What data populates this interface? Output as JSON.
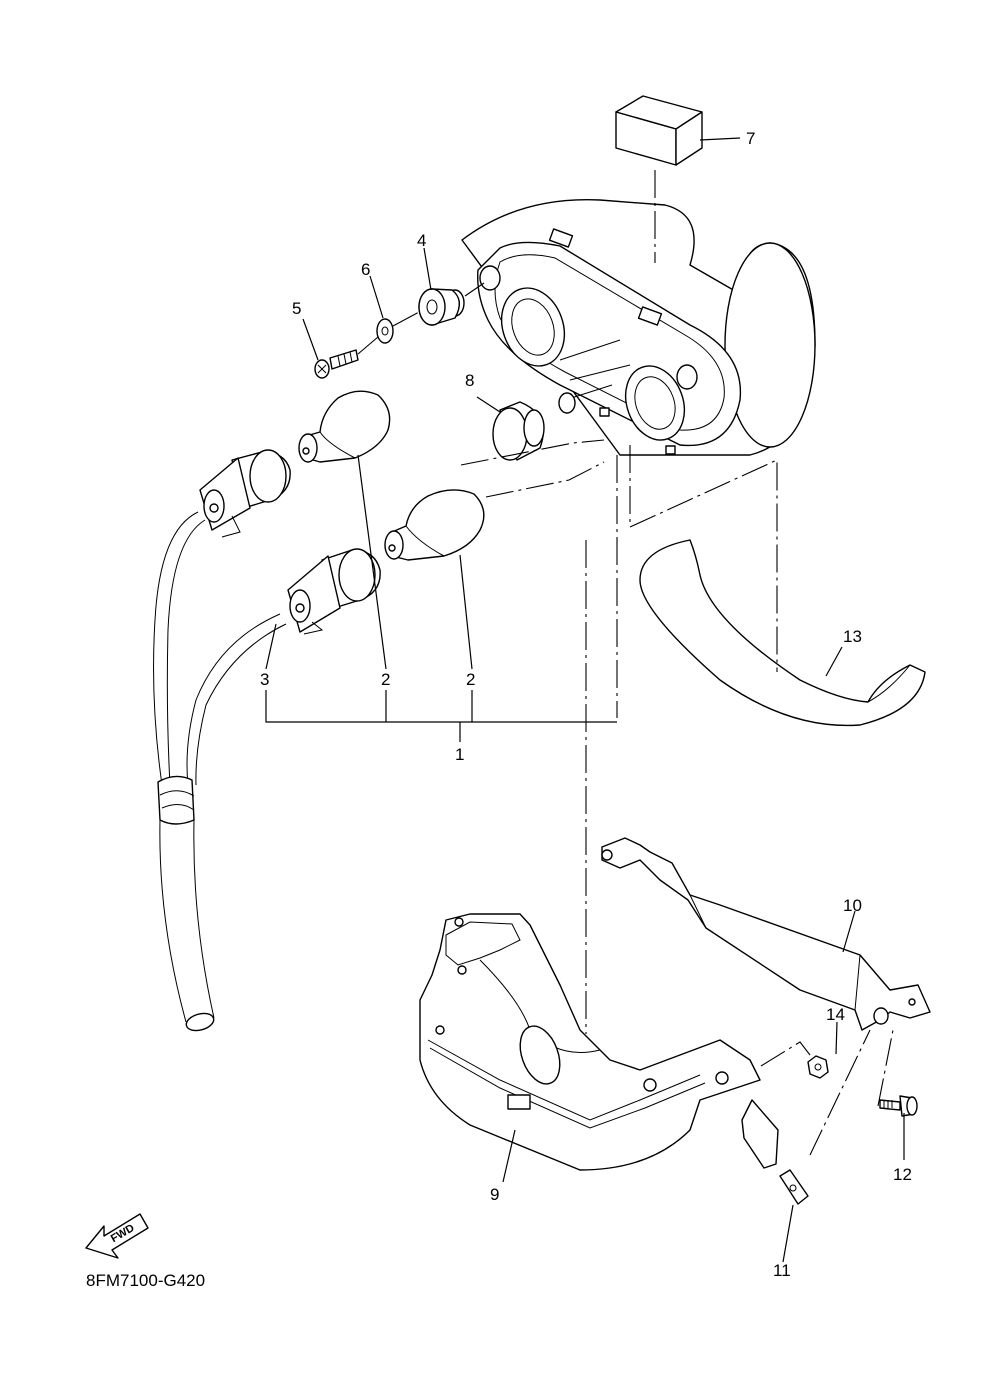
{
  "diagram": {
    "part_code": "8FM7100-G420",
    "fwd_label": "FWD",
    "callouts": {
      "c1": "1",
      "c2a": "2",
      "c2b": "2",
      "c3": "3",
      "c4": "4",
      "c5": "5",
      "c6": "6",
      "c7": "7",
      "c8": "8",
      "c9": "9",
      "c10": "10",
      "c11": "11",
      "c12": "12",
      "c13": "13",
      "c14": "14"
    }
  }
}
